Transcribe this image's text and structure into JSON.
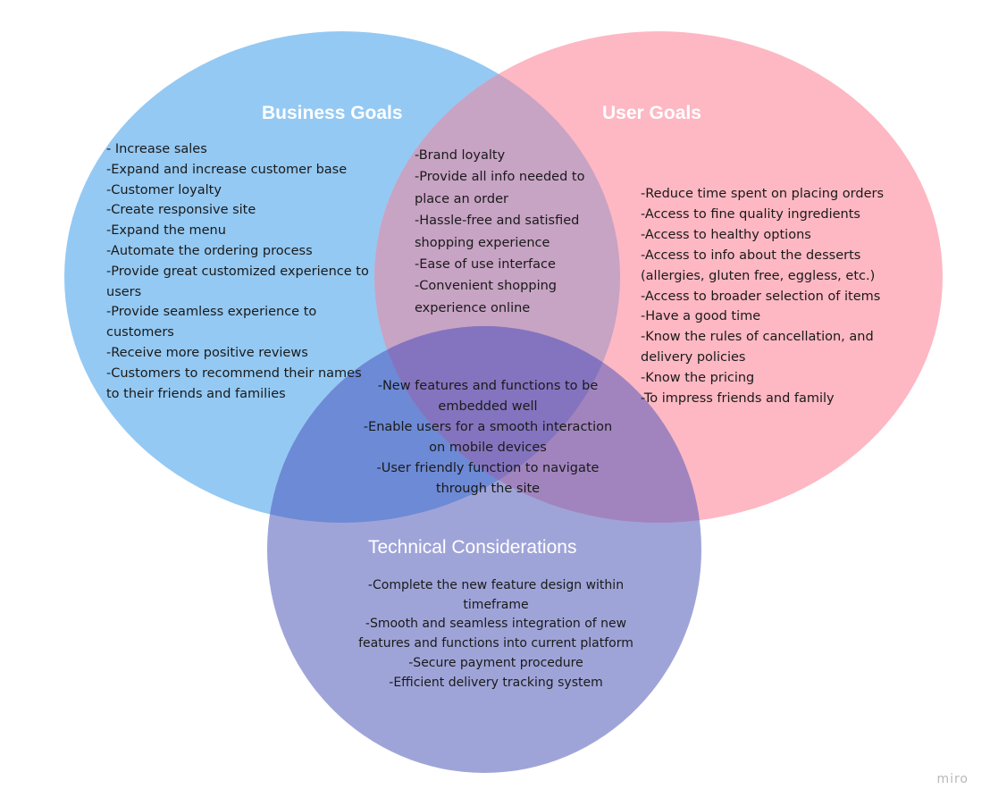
{
  "colors": {
    "business": "#94c9f3",
    "user": "#fdb8c3",
    "technical": "#9fa4d8",
    "business_user": "#c7a3c4",
    "business_technical": "#6d8ad6",
    "user_technical": "#a184be",
    "all_three": "#8474bf"
  },
  "sets": {
    "business": {
      "title": "Business Goals",
      "items": [
        "- Increase sales",
        "-Expand and increase customer base",
        "-Customer loyalty",
        "-Create responsive site",
        "-Expand the menu",
        "-Automate the ordering process",
        "-Provide great customized experience to users",
        "-Provide seamless experience to customers",
        "-Receive more positive reviews",
        "-Customers to recommend their names to their friends and families"
      ]
    },
    "user": {
      "title": "User Goals",
      "items": [
        "-Reduce time spent on placing orders",
        "-Access to fine quality ingredients",
        "-Access to healthy options",
        "-Access to info about the desserts (allergies, gluten free, eggless, etc.)",
        "-Access to broader selection of items",
        "-Have a good time",
        "-Know the rules of cancellation, and delivery policies",
        "-Know the pricing",
        "-To impress friends and family"
      ]
    },
    "technical": {
      "title": "Technical Considerations",
      "items": [
        "-Complete the new feature design within timeframe",
        "-Smooth and seamless integration of new features and functions into current platform",
        "-Secure payment procedure",
        "-Efficient delivery tracking system"
      ]
    }
  },
  "intersections": {
    "business_user": {
      "items": [
        "-Brand loyalty",
        "-Provide all info needed to place an order",
        "-Hassle-free and satisfied shopping experience",
        "-Ease of use interface",
        "-Convenient shopping experience online"
      ]
    },
    "all_three": {
      "items": [
        "-New features and functions to be embedded well",
        "-Enable users for a smooth interaction on mobile devices",
        "-User friendly function to navigate through the site"
      ]
    }
  },
  "watermark": "miro"
}
